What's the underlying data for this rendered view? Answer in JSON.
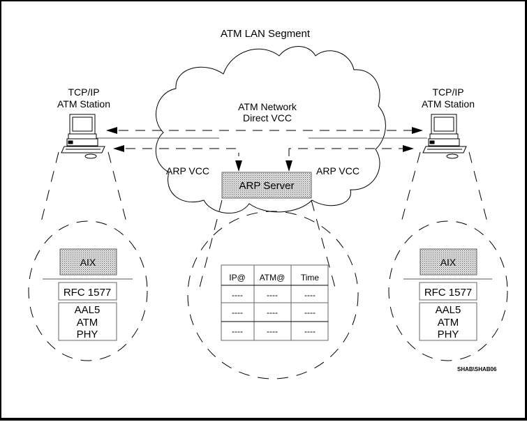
{
  "diagram": {
    "title": "ATM LAN Segment",
    "cloud_label_line1": "ATM Network",
    "cloud_label_line2": "Direct VCC",
    "arp_vcc_left": "ARP VCC",
    "arp_vcc_right": "ARP VCC",
    "arp_server": "ARP Server",
    "left_station": {
      "line1": "TCP/IP",
      "line2": "ATM Station",
      "stack": {
        "top": "AIX",
        "middle": "RFC 1577",
        "bottom": [
          "AAL5",
          "ATM",
          "PHY"
        ]
      }
    },
    "right_station": {
      "line1": "TCP/IP",
      "line2": "ATM Station",
      "stack": {
        "top": "AIX",
        "middle": "RFC 1577",
        "bottom": [
          "AAL5",
          "ATM",
          "PHY"
        ]
      }
    },
    "arp_table": {
      "headers": [
        "IP@",
        "ATM@",
        "Time"
      ],
      "rows": [
        [
          "----",
          "----",
          "----"
        ],
        [
          "----",
          "----",
          "----"
        ],
        [
          "----",
          "----",
          "----"
        ]
      ]
    },
    "figure_id": "SHAB\\SHAB06"
  }
}
